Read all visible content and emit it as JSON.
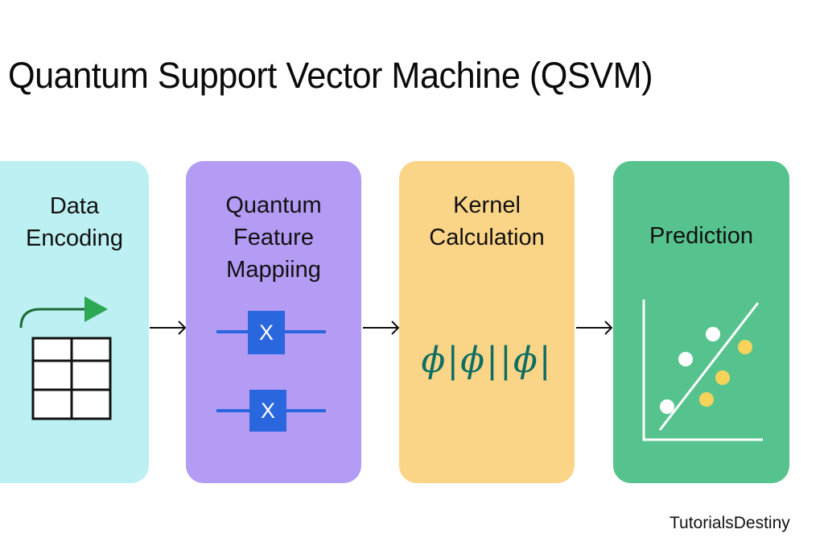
{
  "title": "Quantum Support Vector Machine (QSVM)",
  "stages": [
    {
      "label_lines": [
        "Data",
        "Encoding"
      ],
      "color": "#bdf0f2",
      "icon": "table-with-arrow-icon"
    },
    {
      "label_lines": [
        "Quantum",
        "Feature",
        "Mappiing"
      ],
      "color": "#b49cf5",
      "icon": "quantum-x-gate-icon",
      "gate_label": "X"
    },
    {
      "label_lines": [
        "Kernel",
        "Calculation"
      ],
      "color": "#fbd587",
      "icon": "phi-kernel-icon",
      "kernel_text": "ϕ|ϕ||ϕ|"
    },
    {
      "label_lines": [
        "Prediction"
      ],
      "color": "#56c38e",
      "icon": "scatter-separator-icon"
    }
  ],
  "colors": {
    "gate": "#2a67de",
    "arrow_green": "#2ca855",
    "phi": "#0e6e63",
    "class_a": "#ffffff",
    "class_b": "#f7d35a"
  },
  "watermark": "TutorialsDestiny"
}
